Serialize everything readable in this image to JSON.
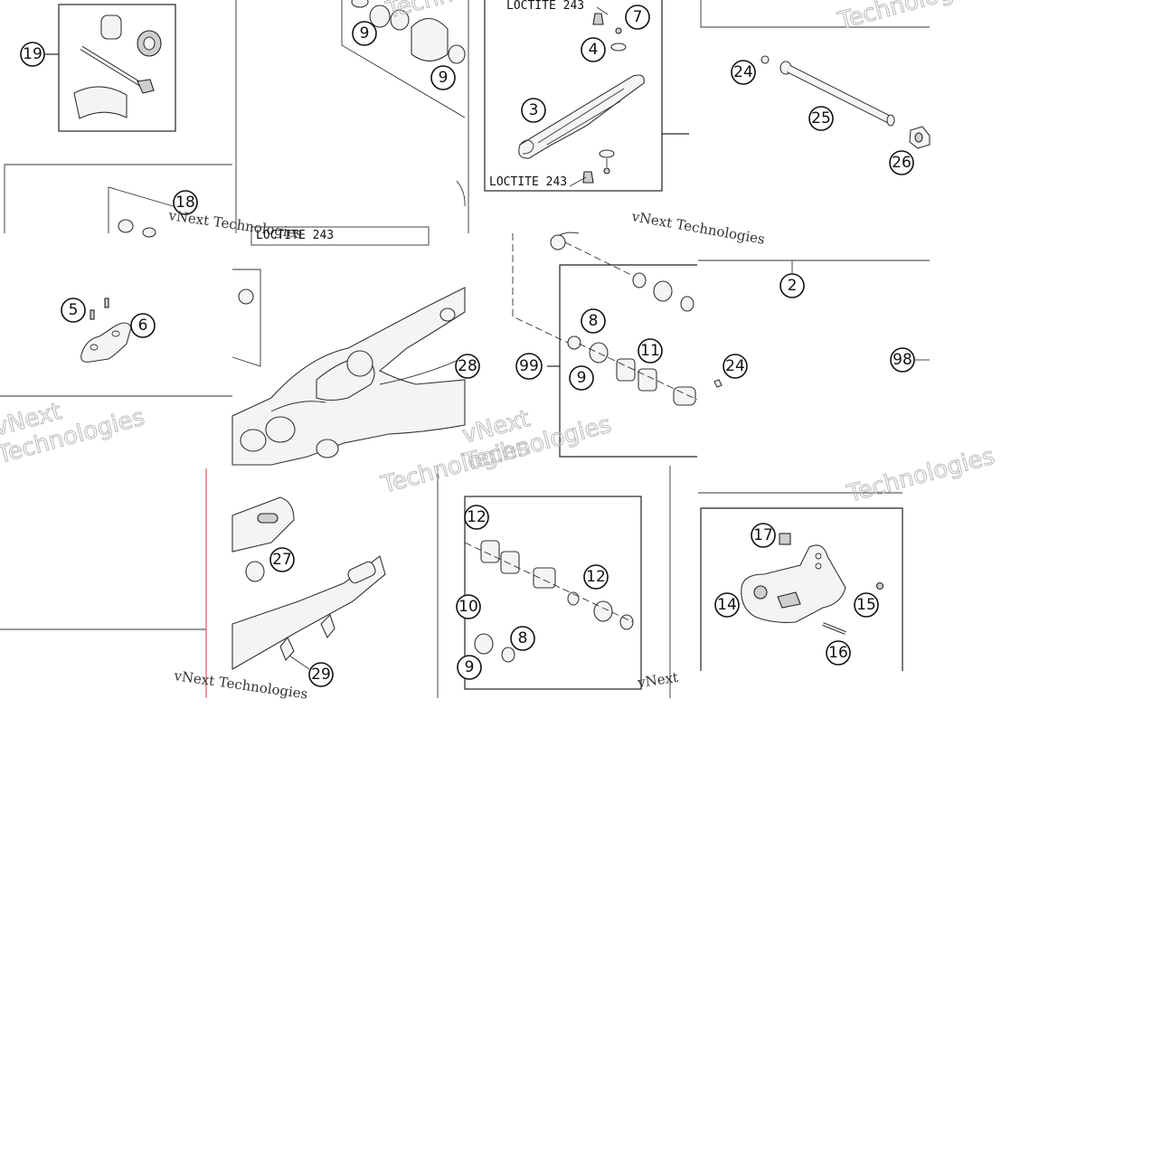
{
  "diagram": {
    "callouts": {
      "c2": "2",
      "c3": "3",
      "c4": "4",
      "c5": "5",
      "c6": "6",
      "c7": "7",
      "c8a": "8",
      "c8b": "8",
      "c9a": "9",
      "c9b": "9",
      "c9c": "9",
      "c9d": "9",
      "c10": "10",
      "c11": "11",
      "c12a": "12",
      "c12b": "12",
      "c14": "14",
      "c15": "15",
      "c16": "16",
      "c17": "17",
      "c18": "18",
      "c19": "19",
      "c24a": "24",
      "c24b": "24",
      "c25": "25",
      "c26": "26",
      "c27": "27",
      "c28": "28",
      "c29": "29",
      "c98": "98",
      "c99": "99"
    },
    "loctite_top": "LOCTITE 243",
    "loctite_bottom": "LOCTITE 243",
    "loctite_partial": "LOCTITE 243",
    "watermark_vnext": "vNext Technologies",
    "watermark_brand": "Technologies",
    "watermark_short": "vNext"
  }
}
